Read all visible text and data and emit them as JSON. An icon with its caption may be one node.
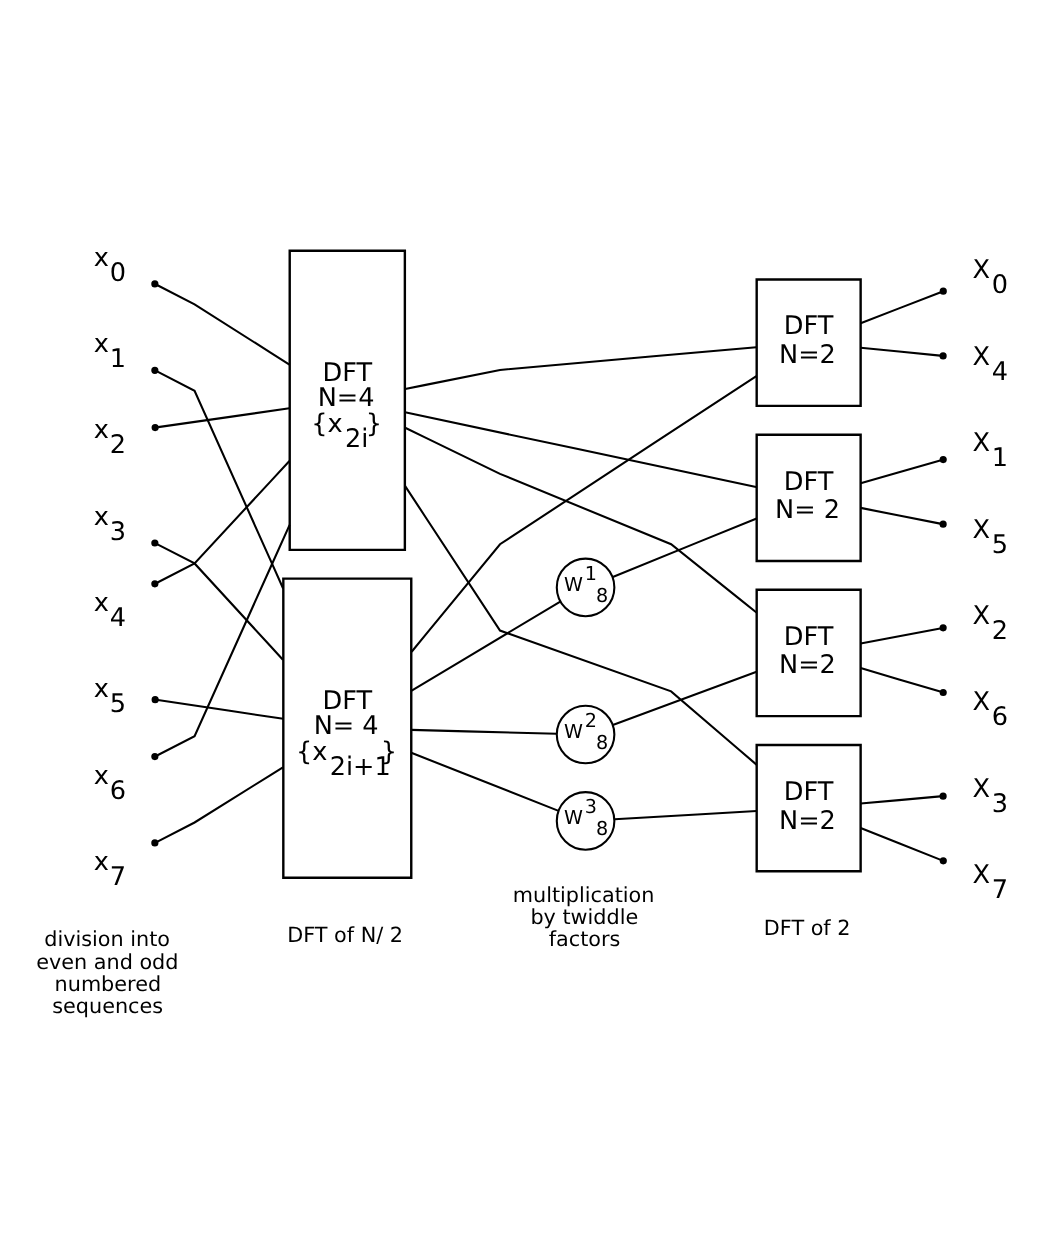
{
  "diagram": {
    "nodes": [
      {
        "text": [
          "x$_{0}$"
        ]
      },
      {
        "text": [
          "x$_{1}$"
        ]
      },
      {
        "text": [
          "x$_{2}$"
        ]
      },
      {
        "text": [
          "x$_{3}$"
        ]
      },
      {
        "text": [
          "x$_{4}$"
        ]
      },
      {
        "text": [
          "x$_{5}$"
        ]
      },
      {
        "text": [
          "x$_{6}$"
        ]
      },
      {
        "text": [
          "x$_{7}$"
        ]
      },
      {
        "text": [
          "DFT",
          "N=4",
          "{x$_{2i}$}"
        ]
      },
      {
        "text": [
          "DFT",
          "N= 4",
          "{x$_{2i+1}$}"
        ]
      },
      {
        "text": [
          "W$^{1}$$_{8}$"
        ]
      },
      {
        "text": [
          "W$^{2}$$_{8}$"
        ]
      },
      {
        "text": [
          "W$^{3}$$_{8}$"
        ]
      },
      {
        "text": [
          "DFT",
          "N=2"
        ]
      },
      {
        "text": [
          "DFT",
          "N= 2"
        ]
      },
      {
        "text": [
          "DFT",
          "N=2"
        ]
      },
      {
        "text": [
          "DFT",
          "N=2"
        ]
      },
      {
        "text": [
          "X$_{0}$"
        ]
      },
      {
        "text": [
          "X$_{4}$"
        ]
      },
      {
        "text": [
          "X$_{1}$"
        ]
      },
      {
        "text": [
          "X$_{5}$"
        ]
      },
      {
        "text": [
          "X$_{2}$"
        ]
      },
      {
        "text": [
          "X$_{6}$"
        ]
      },
      {
        "text": [
          "X$_{3}$"
        ]
      },
      {
        "text": [
          "X$_{7}$"
        ]
      }
    ],
    "edges": [
      {
        "from": 0,
        "to": 8,
        "arrow": "other"
      },
      {
        "from": 1,
        "to": 9,
        "arrow": "other"
      },
      {
        "from": 2,
        "to": 8,
        "arrow": "other"
      },
      {
        "from": 3,
        "to": 9,
        "arrow": "other"
      },
      {
        "from": 4,
        "to": 8,
        "arrow": "other"
      },
      {
        "from": 5,
        "to": 9,
        "arrow": "other"
      },
      {
        "from": 6,
        "to": 8,
        "arrow": "other"
      },
      {
        "from": 7,
        "to": 9,
        "arrow": "other"
      },
      {
        "from": 8,
        "to": 13,
        "arrow": "none"
      },
      {
        "from": 8,
        "to": 14,
        "arrow": "none"
      },
      {
        "from": 8,
        "to": 15,
        "arrow": "none"
      },
      {
        "from": 8,
        "to": 16,
        "arrow": "none"
      },
      {
        "from": 9,
        "to": 13,
        "arrow": "none"
      },
      {
        "from": 9,
        "to": 10,
        "arrow": "none"
      },
      {
        "from": 9,
        "to": 11,
        "arrow": "none"
      },
      {
        "from": 9,
        "to": 12,
        "arrow": "none"
      },
      {
        "from": 10,
        "to": 14,
        "arrow": "none"
      },
      {
        "from": 11,
        "to": 15,
        "arrow": "none"
      },
      {
        "from": 12,
        "to": 16,
        "arrow": "none"
      },
      {
        "from": 13,
        "to": 17,
        "arrow": "other"
      },
      {
        "from": 13,
        "to": 18,
        "arrow": "other"
      },
      {
        "from": 14,
        "to": 19,
        "arrow": "other"
      },
      {
        "from": 14,
        "to": 20,
        "arrow": "other"
      },
      {
        "from": 15,
        "to": 21,
        "arrow": "other"
      },
      {
        "from": 15,
        "to": 22,
        "arrow": "other"
      },
      {
        "from": 16,
        "to": 23,
        "arrow": "other"
      },
      {
        "from": 16,
        "to": 24,
        "arrow": "other"
      }
    ],
    "labels": [
      "division into even and odd numbered sequences",
      "DFT of N/ 2",
      "multiplication by twiddle factors",
      "DFT of 2"
    ]
  }
}
